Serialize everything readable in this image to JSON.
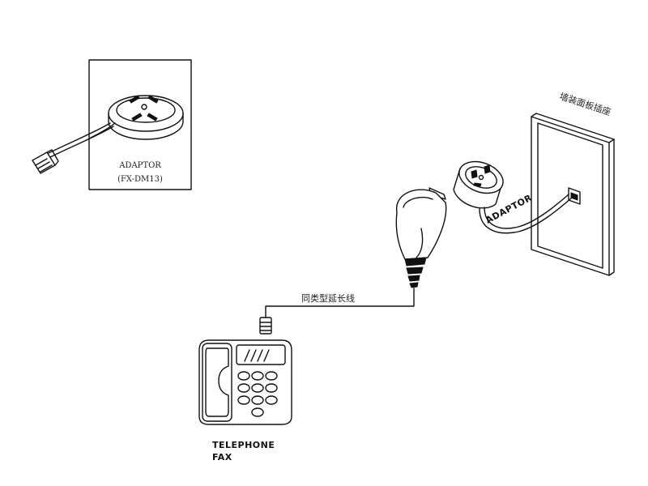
{
  "inset": {
    "title": "ADAPTOR",
    "model": "(FX-DM13)"
  },
  "wall_plate": {
    "label": "墙装面板插座"
  },
  "adaptor_label": "ADAPTOR",
  "cable_label": "同类型延长线",
  "device": {
    "line1": "TELEPHONE",
    "line2": "FAX"
  }
}
